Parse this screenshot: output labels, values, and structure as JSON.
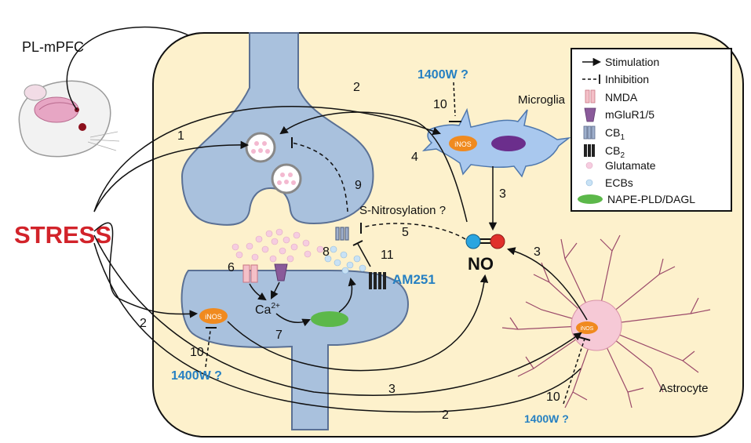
{
  "labels": {
    "region": "PL-mPFC",
    "stress": "STRESS",
    "microglia": "Microglia",
    "astrocyte": "Astrocyte",
    "no": "NO",
    "ca": "Ca",
    "ca_sup": "2+",
    "s_nitrosylation": "S-Nitrosylation ?",
    "am251": "AM251",
    "inhibitor_microglia": "1400W ?",
    "inhibitor_neuron": "1400W ?",
    "inhibitor_astrocyte": "1400W ?",
    "inos_microglia": "iNOS",
    "inos_neuron": "iNOS",
    "inos_astrocyte": "iNOS"
  },
  "numbers": {
    "n1": "1",
    "n2a": "2",
    "n2b": "2",
    "n2c": "2",
    "n3a": "3",
    "n3b": "3",
    "n3c": "3",
    "n4": "4",
    "n5": "5",
    "n6": "6",
    "n7": "7",
    "n8": "8",
    "n9": "9",
    "n10a": "10",
    "n10b": "10",
    "n10c": "10",
    "n11": "11"
  },
  "legend": {
    "items": [
      {
        "icon": "arrow-icon",
        "label": "Stimulation"
      },
      {
        "icon": "inhibition-icon",
        "label": "Inhibition"
      },
      {
        "icon": "nmda-receptor-icon",
        "label": "NMDA"
      },
      {
        "icon": "mglur-receptor-icon",
        "label": "mGluR1/5"
      },
      {
        "icon": "cb1-receptor-icon",
        "label": "CB",
        "sub": "1"
      },
      {
        "icon": "cb2-receptor-icon",
        "label": "CB",
        "sub": "2"
      },
      {
        "icon": "glutamate-dot-icon",
        "label": "Glutamate"
      },
      {
        "icon": "ecb-dot-icon",
        "label": "ECBs"
      },
      {
        "icon": "nape-pld-dagl-icon",
        "label": "NAPE-PLD/DAGL"
      }
    ]
  },
  "colors": {
    "background_panel": "#fdf1cc",
    "neuron": "#a9c1dd",
    "neuron_stroke": "#5a7094",
    "glia": "#a9c8ee",
    "astrocyte": "#f6c9d6",
    "stress_red": "#d2232a",
    "inhibitor_blue": "#2680c2",
    "inos_orange": "#f08a1f",
    "enzyme_green": "#5cb84a",
    "no_blue": "#2aa5e0",
    "no_red": "#e0302b"
  }
}
